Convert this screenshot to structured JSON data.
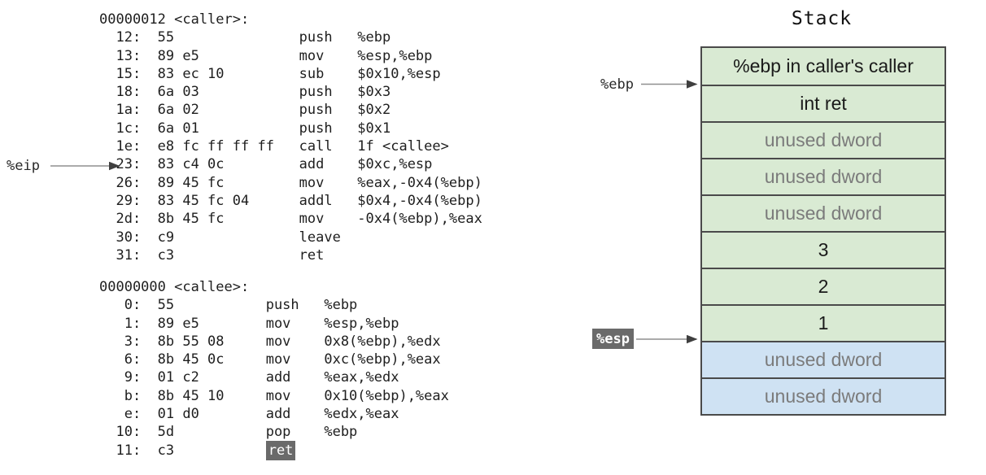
{
  "colors": {
    "green": "#d9ead3",
    "blue": "#cfe2f3",
    "border": "#4a4a4a",
    "badge": "#6a6a6a",
    "muted": "#7b7b7b"
  },
  "code": {
    "caller": {
      "heading": "00000012 <caller>:",
      "lines": [
        {
          "addr": "12:",
          "bytes": "55",
          "mnem": "push",
          "ops": "%ebp"
        },
        {
          "addr": "13:",
          "bytes": "89 e5",
          "mnem": "mov",
          "ops": "%esp,%ebp"
        },
        {
          "addr": "15:",
          "bytes": "83 ec 10",
          "mnem": "sub",
          "ops": "$0x10,%esp"
        },
        {
          "addr": "18:",
          "bytes": "6a 03",
          "mnem": "push",
          "ops": "$0x3"
        },
        {
          "addr": "1a:",
          "bytes": "6a 02",
          "mnem": "push",
          "ops": "$0x2"
        },
        {
          "addr": "1c:",
          "bytes": "6a 01",
          "mnem": "push",
          "ops": "$0x1"
        },
        {
          "addr": "1e:",
          "bytes": "e8 fc ff ff ff",
          "mnem": "call",
          "ops": "1f <callee>"
        },
        {
          "addr": "23:",
          "bytes": "83 c4 0c",
          "mnem": "add",
          "ops": "$0xc,%esp"
        },
        {
          "addr": "26:",
          "bytes": "89 45 fc",
          "mnem": "mov",
          "ops": "%eax,-0x4(%ebp)"
        },
        {
          "addr": "29:",
          "bytes": "83 45 fc 04",
          "mnem": "addl",
          "ops": "$0x4,-0x4(%ebp)"
        },
        {
          "addr": "2d:",
          "bytes": "8b 45 fc",
          "mnem": "mov",
          "ops": "-0x4(%ebp),%eax"
        },
        {
          "addr": "30:",
          "bytes": "c9",
          "mnem": "leave",
          "ops": ""
        },
        {
          "addr": "31:",
          "bytes": "c3",
          "mnem": "ret",
          "ops": ""
        }
      ]
    },
    "callee": {
      "heading": "00000000 <callee>:",
      "lines": [
        {
          "addr": "0:",
          "bytes": "55",
          "mnem": "push",
          "ops": "%ebp"
        },
        {
          "addr": "1:",
          "bytes": "89 e5",
          "mnem": "mov",
          "ops": "%esp,%ebp"
        },
        {
          "addr": "3:",
          "bytes": "8b 55 08",
          "mnem": "mov",
          "ops": "0x8(%ebp),%edx"
        },
        {
          "addr": "6:",
          "bytes": "8b 45 0c",
          "mnem": "mov",
          "ops": "0xc(%ebp),%eax"
        },
        {
          "addr": "9:",
          "bytes": "01 c2",
          "mnem": "add",
          "ops": "%eax,%edx"
        },
        {
          "addr": "b:",
          "bytes": "8b 45 10",
          "mnem": "mov",
          "ops": "0x10(%ebp),%eax"
        },
        {
          "addr": "e:",
          "bytes": "01 d0",
          "mnem": "add",
          "ops": "%edx,%eax"
        },
        {
          "addr": "10:",
          "bytes": "5d",
          "mnem": "pop",
          "ops": "%ebp"
        },
        {
          "addr": "11:",
          "bytes": "c3",
          "mnem": "ret",
          "ops": "",
          "hl": true
        }
      ]
    }
  },
  "labels": {
    "eip": "%eip",
    "ebp": "%ebp",
    "esp": "%esp"
  },
  "stack": {
    "title": "Stack",
    "cells": [
      {
        "text": "%ebp in caller's caller",
        "bg": "green",
        "muted": false
      },
      {
        "text": "int ret",
        "bg": "green",
        "muted": false
      },
      {
        "text": "unused dword",
        "bg": "green",
        "muted": true
      },
      {
        "text": "unused dword",
        "bg": "green",
        "muted": true
      },
      {
        "text": "unused dword",
        "bg": "green",
        "muted": true
      },
      {
        "text": "3",
        "bg": "green",
        "muted": false
      },
      {
        "text": "2",
        "bg": "green",
        "muted": false
      },
      {
        "text": "1",
        "bg": "green",
        "muted": false
      },
      {
        "text": "unused dword",
        "bg": "blue",
        "muted": true
      },
      {
        "text": "unused dword",
        "bg": "blue",
        "muted": true
      }
    ]
  }
}
